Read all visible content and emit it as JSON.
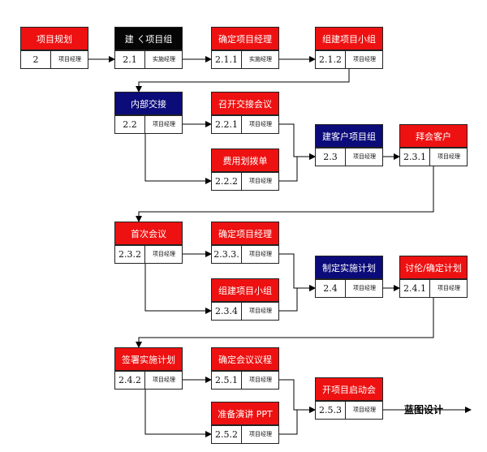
{
  "nodes": [
    {
      "id": "n2",
      "title": "项目规划",
      "num": "2",
      "role": "项目经理",
      "color": "red"
    },
    {
      "id": "n21",
      "title": "建  ㄑ项目组",
      "num": "2.1",
      "role": "实施经理",
      "color": "black"
    },
    {
      "id": "n211",
      "title": "确定项目经理",
      "num": "2.1.1",
      "role": "实施经理",
      "color": "red"
    },
    {
      "id": "n212",
      "title": "组建项目小组",
      "num": "2.1.2",
      "role": "项目经理",
      "color": "red"
    },
    {
      "id": "n22",
      "title": "内部交接",
      "num": "2.2",
      "role": "项目经理",
      "color": "navy"
    },
    {
      "id": "n221",
      "title": "召开交接会议",
      "num": "2.2.1",
      "role": "项目经理",
      "color": "red"
    },
    {
      "id": "n222",
      "title": "费用划拨单",
      "num": "2.2.2",
      "role": "项目经理",
      "color": "red"
    },
    {
      "id": "n23",
      "title": "建客户项目组",
      "num": "2.3",
      "role": "项目经理",
      "color": "navy"
    },
    {
      "id": "n231",
      "title": "拜会客户",
      "num": "2.3.1",
      "role": "项目经理",
      "color": "red"
    },
    {
      "id": "n232",
      "title": "首次会议",
      "num": "2.3.2",
      "role": "项目经理",
      "color": "red"
    },
    {
      "id": "n233",
      "title": "确定项目经理",
      "num": "2.3.3.",
      "role": "项目经理",
      "color": "red"
    },
    {
      "id": "n234",
      "title": "组建项目小组",
      "num": "2.3.4",
      "role": "项目经理",
      "color": "red"
    },
    {
      "id": "n24",
      "title": "制定实施计划",
      "num": "2.4",
      "role": "项目经理",
      "color": "navy"
    },
    {
      "id": "n241",
      "title": "讨伦/确定计划",
      "num": "2.4.1",
      "role": "项目经理",
      "color": "red"
    },
    {
      "id": "n242",
      "title": "签署实施计划",
      "num": "2.4.2",
      "role": "项目经理",
      "color": "red"
    },
    {
      "id": "n251",
      "title": "确定会议议程",
      "num": "2.5.1",
      "role": "项目经理",
      "color": "red"
    },
    {
      "id": "n252",
      "title": "准备演讲 PPT",
      "num": "2.5.2",
      "role": "项目经理",
      "color": "red"
    },
    {
      "id": "n253",
      "title": "开项目启动会",
      "num": "2.5.3",
      "role": "项目经理",
      "color": "red"
    }
  ],
  "edges": [
    [
      "n2",
      "n21"
    ],
    [
      "n21",
      "n211"
    ],
    [
      "n211",
      "n212"
    ],
    [
      "n212",
      "n22"
    ],
    [
      "n22",
      "n221"
    ],
    [
      "n22",
      "n222"
    ],
    [
      "n221",
      "n23"
    ],
    [
      "n222",
      "n23"
    ],
    [
      "n23",
      "n231"
    ],
    [
      "n231",
      "n232"
    ],
    [
      "n232",
      "n233"
    ],
    [
      "n232",
      "n234"
    ],
    [
      "n233",
      "n24"
    ],
    [
      "n234",
      "n24"
    ],
    [
      "n24",
      "n241"
    ],
    [
      "n241",
      "n242"
    ],
    [
      "n242",
      "n251"
    ],
    [
      "n242",
      "n252"
    ],
    [
      "n251",
      "n253"
    ],
    [
      "n252",
      "n253"
    ],
    [
      "n253",
      "final"
    ]
  ],
  "final_label": "蓝图设计"
}
